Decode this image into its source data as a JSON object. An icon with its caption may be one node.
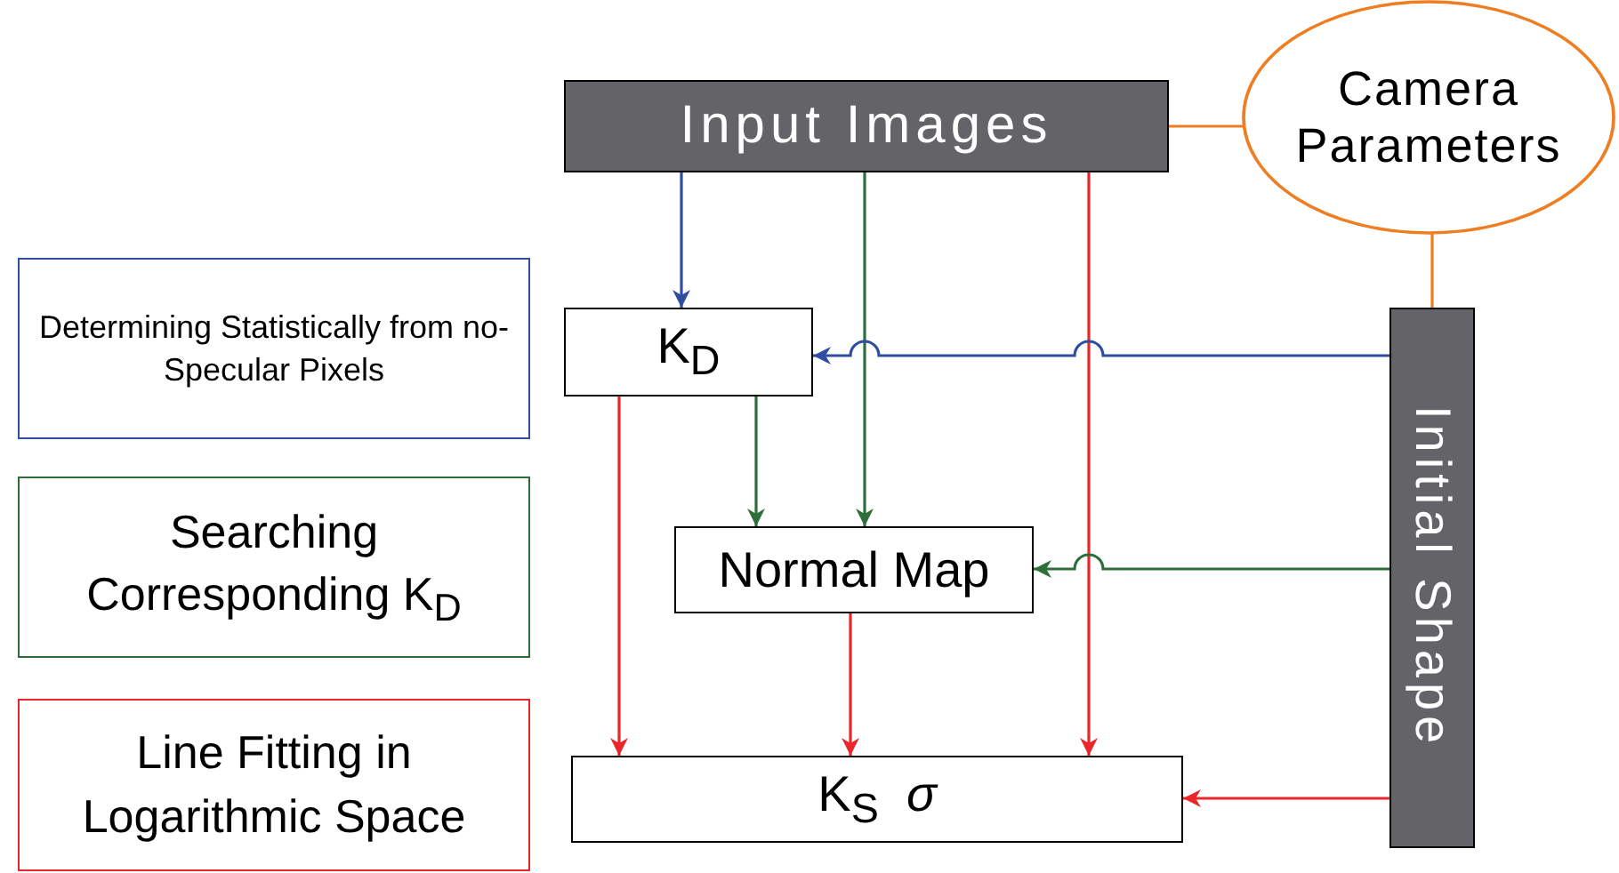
{
  "diagram": {
    "nodes": [
      {
        "text": [
          "Input Images"
        ]
      },
      {
        "text": [
          "Camera Parameters"
        ]
      },
      {
        "text": [
          "K$_{D}$"
        ]
      },
      {
        "text": [
          "Initial Shape"
        ]
      },
      {
        "text": [
          "Normal Map"
        ]
      },
      {
        "text": [
          "K$_{S}$  *σ*"
        ]
      }
    ],
    "edges": [
      {
        "from": 0,
        "to": 1,
        "arrow": "none",
        "color": "#ef7d22"
      },
      {
        "from": 0,
        "to": 2,
        "arrow": "to",
        "color": "#2e4ea0"
      },
      {
        "from": 0,
        "to": 4,
        "arrow": "to",
        "color": "#2e6e3a"
      },
      {
        "from": 0,
        "to": 5,
        "arrow": "to"
      },
      {
        "from": 1,
        "to": 3,
        "arrow": "none",
        "color": "#ef7d22"
      },
      {
        "from": 3,
        "to": 2,
        "arrow": "to",
        "color": "#2e4ea0"
      },
      {
        "from": 2,
        "to": 4,
        "arrow": "to",
        "color": "#2e6e3a"
      },
      {
        "from": 2,
        "to": 5,
        "arrow": "to"
      },
      {
        "from": 3,
        "to": 4,
        "arrow": "to",
        "color": "#2e6e3a"
      },
      {
        "from": 4,
        "to": 5,
        "arrow": "to"
      },
      {
        "from": 3,
        "to": 5,
        "arrow": "to"
      }
    ],
    "legend": [
      {
        "text": "Determining Statistically from no-Specular Pixels",
        "color": "#2e4ea0"
      },
      {
        "text": "Searching Corresponding K$_{D}$",
        "color": "#2e6e3a"
      },
      {
        "text": "Line Fitting in Logarithmic Space",
        "color": "#e8262c"
      }
    ]
  }
}
